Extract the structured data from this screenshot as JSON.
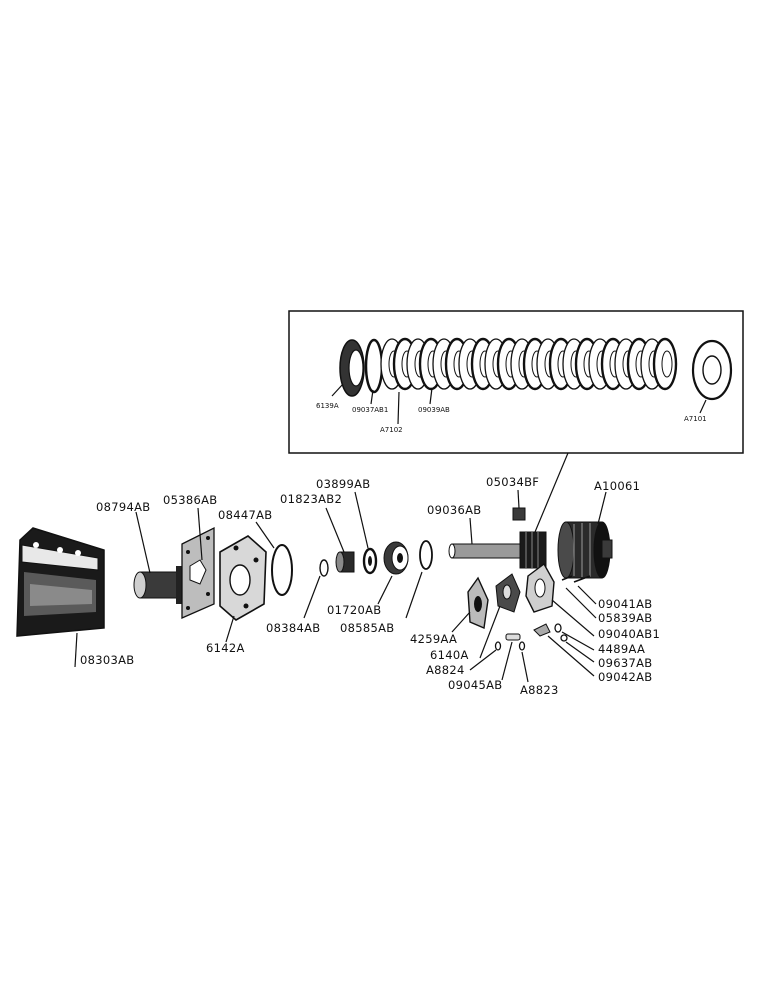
{
  "callouts": {
    "p08303AB": "08303AB",
    "p08794AB": "08794AB",
    "p05386AB": "05386AB",
    "p08447AB": "08447AB",
    "p6142A": "6142A",
    "p08384AB": "08384AB",
    "p01823AB2": "01823AB2",
    "p03899AB": "03899AB",
    "p01720AB": "01720AB",
    "p08585AB": "08585AB",
    "p09036AB": "09036AB",
    "p05034BF": "05034BF",
    "pA10061": "A10061",
    "p09041AB": "09041AB",
    "p05839AB": "05839AB",
    "p09040AB1": "09040AB1",
    "p4489AA": "4489AA",
    "p09637AB": "09637AB",
    "p09042AB": "09042AB",
    "p4259AA": "4259AA",
    "p6140A": "6140A",
    "pA8824": "A8824",
    "p09045AB": "09045AB",
    "pA8823": "A8823"
  },
  "inset": {
    "p6139A": "6139A",
    "p09037AB1": "09037AB1",
    "p09039AB": "09039AB",
    "pA7102": "A7102",
    "pA7101": "A7101"
  }
}
